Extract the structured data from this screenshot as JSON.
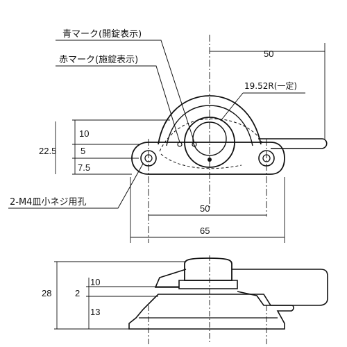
{
  "top_view": {
    "callouts": {
      "blue_mark": "青マーク(開錠表示)",
      "red_mark": "赤マーク(施錠表示)",
      "radius": "19.52R(一定)",
      "screw_holes": "2-M4皿小ネジ用孔"
    },
    "dimensions": {
      "handle_offset": "50",
      "stack_total": "22.5",
      "stack_upper": "10",
      "stack_mid": "5",
      "stack_lower": "7.5",
      "hole_pitch": "50",
      "overall_width": "65"
    }
  },
  "side_view": {
    "dimensions": {
      "total_height": "28",
      "body": "10",
      "plate": "2",
      "base": "13"
    }
  }
}
